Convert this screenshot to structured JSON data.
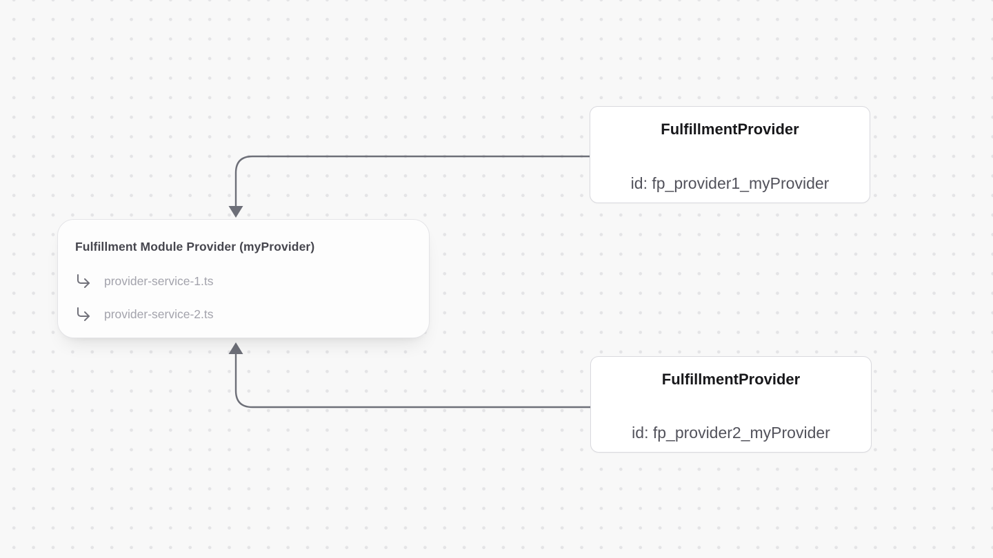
{
  "diagram": {
    "module_node": {
      "title": "Fulfillment Module Provider (myProvider)",
      "services": [
        {
          "icon": "corner-down-right-icon",
          "label": "provider-service-1.ts"
        },
        {
          "icon": "corner-down-right-icon",
          "label": "provider-service-2.ts"
        }
      ]
    },
    "provider_nodes": [
      {
        "title": "FulfillmentProvider",
        "id_text": "id: fp_provider1_myProvider"
      },
      {
        "title": "FulfillmentProvider",
        "id_text": "id: fp_provider2_myProvider"
      }
    ],
    "edges": [
      {
        "from": "provider-node-1",
        "to": "module-node",
        "arrow": "arrowhead-down-icon"
      },
      {
        "from": "provider-node-2",
        "to": "module-node",
        "arrow": "arrowhead-up-icon"
      }
    ],
    "colors": {
      "canvas_background": "#f8f8f8",
      "dot_grid": "#e4e4e6",
      "edge_stroke": "#6d6f78",
      "provider_border": "#d9d9de",
      "module_border": "#e4e4e7",
      "provider_title_text": "#18181b",
      "provider_id_text": "#52525b",
      "module_title_text": "#46464e",
      "service_text": "#a3a3ac",
      "service_icon": "#71717a"
    }
  }
}
